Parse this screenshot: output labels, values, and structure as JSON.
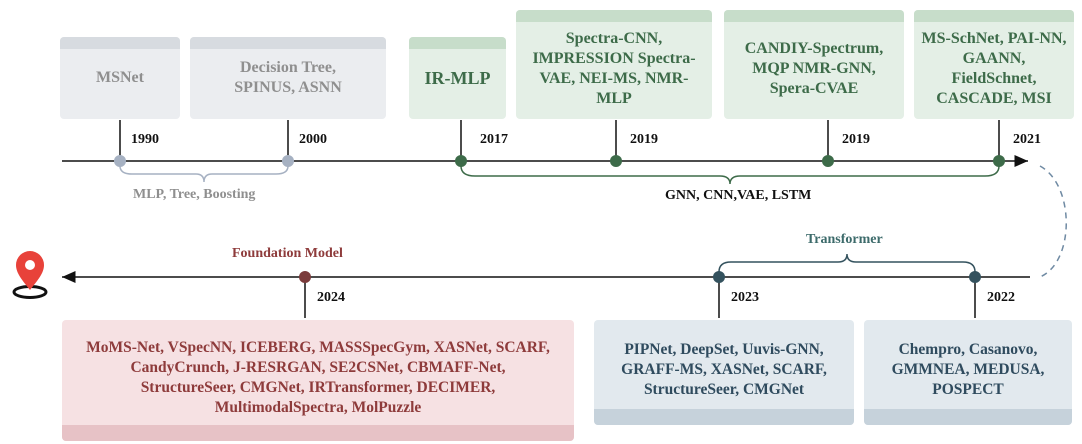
{
  "top_row": {
    "boxes": [
      {
        "id": "msnet",
        "text": "MSNet",
        "style": "gray"
      },
      {
        "id": "tree",
        "text": "Decision Tree, SPINUS, ASNN",
        "style": "gray"
      },
      {
        "id": "irmlp",
        "text": "IR-MLP",
        "style": "green"
      },
      {
        "id": "spectracnn",
        "text": "Spectra-CNN, IMPRESSION Spectra-VAE, NEI-MS, NMR-MLP",
        "style": "green"
      },
      {
        "id": "candiy",
        "text": "CANDIY-Spectrum, MQP NMR-GNN, Spera-CVAE",
        "style": "green"
      },
      {
        "id": "msschnet",
        "text": "MS-SchNet, PAI-NN, GAANN, FieldSchnet, CASCADE, MSI",
        "style": "green"
      }
    ],
    "years": [
      "1990",
      "2000",
      "2017",
      "2019",
      "2019",
      "2021"
    ],
    "brace_left_label": "MLP, Tree, Boosting",
    "brace_right_label": "GNN, CNN,VAE, LSTM"
  },
  "bottom_row": {
    "foundation_label": "Foundation Model",
    "transformer_label": "Transformer",
    "years": [
      "2024",
      "2023",
      "2022"
    ],
    "boxes": [
      {
        "id": "foundation",
        "text": "MoMS-Net, VSpecNN, ICEBERG, MASSSpecGym, XASNet, SCARF, CandyCrunch, J-RESRGAN, SE2CSNet, CBMAFF-Net, StructureSeer, CMGNet, IRTransformer, DECIMER, MultimodalSpectra, MolPuzzle",
        "style": "red"
      },
      {
        "id": "pipnet",
        "text": "PIPNet, DeepSet, Uuvis-GNN, GRAFF-MS, XASNet, SCARF, StructureSeer, CMGNet",
        "style": "blue"
      },
      {
        "id": "chempro",
        "text": "Chempro, Casanovo, GMMNEA, MEDUSA, POSPECT",
        "style": "blue"
      }
    ]
  },
  "colors": {
    "gray_dot": "#a6b1c2",
    "green_dot": "#3d6b49",
    "red_dot": "#7a3b3b",
    "teal_dot": "#34525e",
    "pin_red": "#e8423a",
    "axis": "#111111"
  },
  "icons": {
    "destination": "location-pin-icon"
  }
}
